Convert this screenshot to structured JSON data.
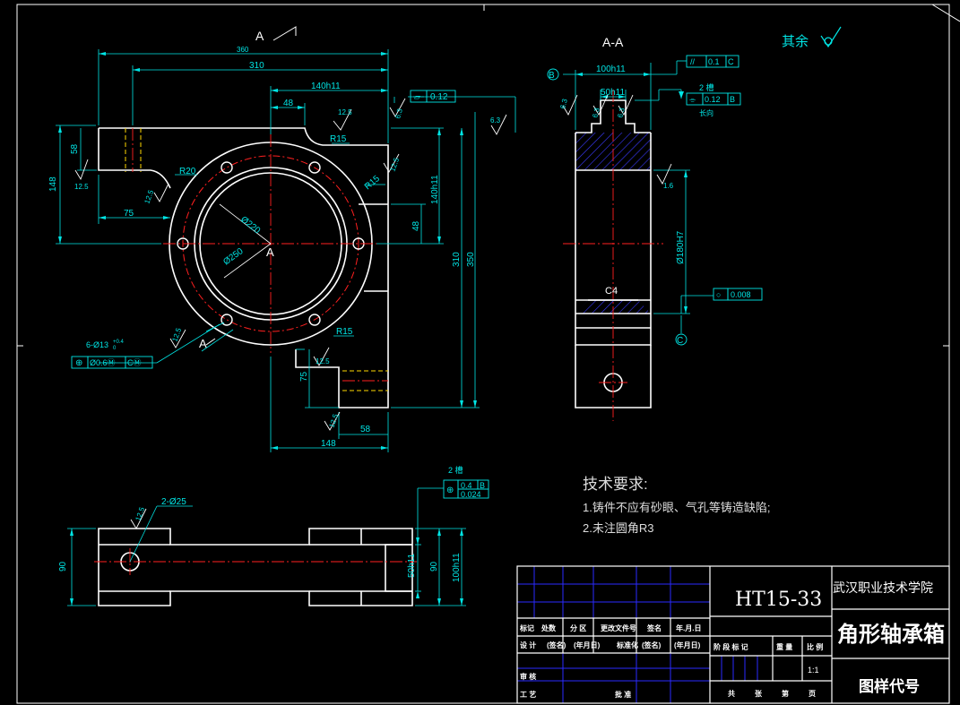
{
  "colors": {
    "background": "#000000",
    "outline": "#ffffff",
    "dimension": "#00e5e5",
    "center": "#ff2020",
    "hatch": "#3a3aff",
    "hidden": "#ffd700",
    "title_grid": "#2a2aff",
    "border": "#ffffff"
  },
  "front_view": {
    "section_mark_top": "A",
    "section_mark_bottom": "A",
    "center_label": "A",
    "dims": {
      "d360": "360",
      "d310_top": "310",
      "d140h11_top": "140h11",
      "d48_top": "48",
      "d58": "58",
      "d148_left": "148",
      "d75_left": "75",
      "d310_right": "310",
      "d350": "350",
      "d140h11_right": "140h11",
      "d48_right": "48",
      "d75_bottom": "75",
      "d58_bottom": "58",
      "d148_bottom": "148",
      "phi220": "Ø220",
      "phi250": "Ø250",
      "r20": "R20",
      "r15_top": "R15",
      "r15_right": "R15",
      "r15_bottom": "R15"
    },
    "roughness": {
      "ra_a": "12.5",
      "ra_b": "12.5",
      "ra_c": "12.5",
      "ra_d": "6.3",
      "ra_e": "12.5",
      "ra_f": "12.5",
      "ra_g": "12.5",
      "ra_h": "12.5",
      "ra_i": "6.3"
    },
    "tolerance_flatness": "0.12",
    "hole_callout": "6-Ø13",
    "hole_tol": "+0.4",
    "hole_tol_low": "0",
    "position_frame": [
      "⊕",
      "Ø0.6Ⓜ",
      "CⓂ"
    ]
  },
  "section_view": {
    "title": "A-A",
    "datum_b": "B",
    "datum_c": "C",
    "d100h11": "100h11",
    "d50h11": "50h11",
    "bore": "Ø180H7",
    "chamfer": "C4",
    "parallel_frame": [
      "//",
      "0.1",
      "C"
    ],
    "sym_label": "2 槽",
    "sym_frame": [
      "⌯",
      "0.12",
      "B"
    ],
    "sym_note": "长向",
    "cyl_frame": [
      "○",
      "0.008"
    ],
    "ra_1": "6.3",
    "ra_2": "6.3",
    "ra_3": "6.3",
    "ra_4": "1.6"
  },
  "general_roughness": "其余",
  "top_view": {
    "holes": "2-Ø25",
    "ra": "12.5",
    "d90_left": "90",
    "d50h11": "50h11",
    "d90_right": "90",
    "d100h11": "100h11",
    "frame_label": "2 槽",
    "frame_row1": [
      "⊕",
      "0.4",
      "B"
    ],
    "frame_row2": [
      "",
      "0.024",
      ""
    ]
  },
  "notes": {
    "title": "技术要求:",
    "items": [
      "1.铸件不应有砂眼、气孔等铸造缺陷;",
      "2.未注圆角R3"
    ]
  },
  "title_block": {
    "material": "HT15-33",
    "school": "武汉职业技术学院",
    "part_name": "角形轴承箱",
    "drawing_code": "图样代号",
    "scale": "1:1",
    "header_row": [
      "标记",
      "处数",
      "分 区",
      "更改文件号",
      "签名",
      "年.月.日"
    ],
    "design_row": [
      "设 计",
      "(签名)",
      "(年月日)",
      "标准化",
      "(签名)",
      "(年月日)"
    ],
    "stage_row": [
      "阶 段 标 记",
      "重 量",
      "比 例"
    ],
    "audit": "审 核",
    "process": "工 艺",
    "approve": "批 准",
    "sheets": [
      "共",
      "张",
      "第",
      "页"
    ]
  }
}
